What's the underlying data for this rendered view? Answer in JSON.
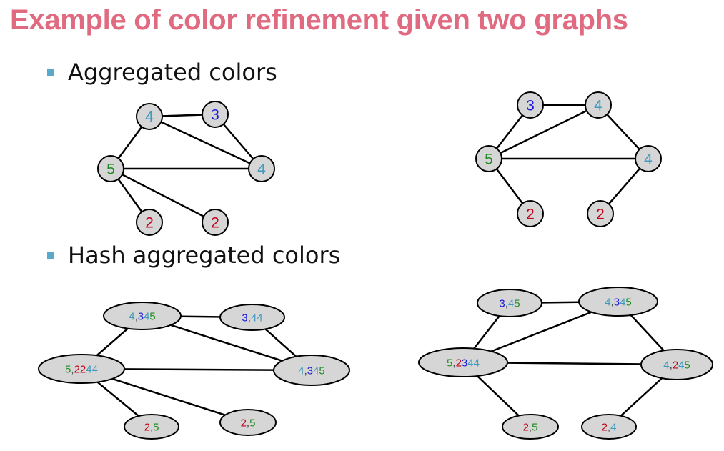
{
  "title": "Example of color refinement given two graphs",
  "bullets": [
    "Aggregated colors",
    "Hash aggregated colors"
  ],
  "colors": {
    "2": "#c0001a",
    "3": "#1a1adb",
    "4": "#3f9bbd",
    "5": "#1f8a1f",
    "comma": "#444444"
  },
  "graphs": [
    {
      "id": "aggregated-left",
      "nodes": [
        {
          "id": "a",
          "label": [
            {
              "t": "4",
              "c": "4"
            }
          ]
        },
        {
          "id": "b",
          "label": [
            {
              "t": "3",
              "c": "3"
            }
          ]
        },
        {
          "id": "c",
          "label": [
            {
              "t": "5",
              "c": "5"
            }
          ]
        },
        {
          "id": "d",
          "label": [
            {
              "t": "4",
              "c": "4"
            }
          ]
        },
        {
          "id": "e",
          "label": [
            {
              "t": "2",
              "c": "2"
            }
          ]
        },
        {
          "id": "f",
          "label": [
            {
              "t": "2",
              "c": "2"
            }
          ]
        }
      ],
      "edges": [
        [
          "a",
          "b"
        ],
        [
          "a",
          "c"
        ],
        [
          "a",
          "d"
        ],
        [
          "b",
          "d"
        ],
        [
          "c",
          "d"
        ],
        [
          "c",
          "e"
        ],
        [
          "c",
          "f"
        ]
      ]
    },
    {
      "id": "aggregated-right",
      "nodes": [
        {
          "id": "a",
          "label": [
            {
              "t": "3",
              "c": "3"
            }
          ]
        },
        {
          "id": "b",
          "label": [
            {
              "t": "4",
              "c": "4"
            }
          ]
        },
        {
          "id": "c",
          "label": [
            {
              "t": "5",
              "c": "5"
            }
          ]
        },
        {
          "id": "d",
          "label": [
            {
              "t": "4",
              "c": "4"
            }
          ]
        },
        {
          "id": "e",
          "label": [
            {
              "t": "2",
              "c": "2"
            }
          ]
        },
        {
          "id": "f",
          "label": [
            {
              "t": "2",
              "c": "2"
            }
          ]
        }
      ],
      "edges": [
        [
          "a",
          "b"
        ],
        [
          "a",
          "c"
        ],
        [
          "b",
          "c"
        ],
        [
          "b",
          "d"
        ],
        [
          "c",
          "d"
        ],
        [
          "c",
          "e"
        ],
        [
          "d",
          "f"
        ]
      ]
    },
    {
      "id": "hashed-left",
      "nodes": [
        {
          "id": "a",
          "label": [
            {
              "t": "4",
              "c": "4"
            },
            {
              "t": ",",
              "c": "comma"
            },
            {
              "t": "3",
              "c": "3"
            },
            {
              "t": "4",
              "c": "4"
            },
            {
              "t": "5",
              "c": "5"
            }
          ]
        },
        {
          "id": "b",
          "label": [
            {
              "t": "3",
              "c": "3"
            },
            {
              "t": ",",
              "c": "comma"
            },
            {
              "t": "4",
              "c": "4"
            },
            {
              "t": "4",
              "c": "4"
            }
          ]
        },
        {
          "id": "c",
          "label": [
            {
              "t": "5",
              "c": "5"
            },
            {
              "t": ",",
              "c": "comma"
            },
            {
              "t": "2",
              "c": "2"
            },
            {
              "t": "2",
              "c": "2"
            },
            {
              "t": "4",
              "c": "4"
            },
            {
              "t": "4",
              "c": "4"
            }
          ]
        },
        {
          "id": "d",
          "label": [
            {
              "t": "4",
              "c": "4"
            },
            {
              "t": ",",
              "c": "comma"
            },
            {
              "t": "3",
              "c": "3"
            },
            {
              "t": "4",
              "c": "4"
            },
            {
              "t": "5",
              "c": "5"
            }
          ]
        },
        {
          "id": "e",
          "label": [
            {
              "t": "2",
              "c": "2"
            },
            {
              "t": ",",
              "c": "comma"
            },
            {
              "t": "5",
              "c": "5"
            }
          ]
        },
        {
          "id": "f",
          "label": [
            {
              "t": "2",
              "c": "2"
            },
            {
              "t": ",",
              "c": "comma"
            },
            {
              "t": "5",
              "c": "5"
            }
          ]
        }
      ],
      "edges": [
        [
          "a",
          "b"
        ],
        [
          "a",
          "c"
        ],
        [
          "a",
          "d"
        ],
        [
          "b",
          "d"
        ],
        [
          "c",
          "d"
        ],
        [
          "c",
          "e"
        ],
        [
          "c",
          "f"
        ]
      ]
    },
    {
      "id": "hashed-right",
      "nodes": [
        {
          "id": "a",
          "label": [
            {
              "t": "3",
              "c": "3"
            },
            {
              "t": ",",
              "c": "comma"
            },
            {
              "t": "4",
              "c": "4"
            },
            {
              "t": "5",
              "c": "5"
            }
          ]
        },
        {
          "id": "b",
          "label": [
            {
              "t": "4",
              "c": "4"
            },
            {
              "t": ",",
              "c": "comma"
            },
            {
              "t": "3",
              "c": "3"
            },
            {
              "t": "4",
              "c": "4"
            },
            {
              "t": "5",
              "c": "5"
            }
          ]
        },
        {
          "id": "c",
          "label": [
            {
              "t": "5",
              "c": "5"
            },
            {
              "t": ",",
              "c": "comma"
            },
            {
              "t": "2",
              "c": "2"
            },
            {
              "t": "3",
              "c": "3"
            },
            {
              "t": "4",
              "c": "4"
            },
            {
              "t": "4",
              "c": "4"
            }
          ]
        },
        {
          "id": "d",
          "label": [
            {
              "t": "4",
              "c": "4"
            },
            {
              "t": ",",
              "c": "comma"
            },
            {
              "t": "2",
              "c": "2"
            },
            {
              "t": "4",
              "c": "4"
            },
            {
              "t": "5",
              "c": "5"
            }
          ]
        },
        {
          "id": "e",
          "label": [
            {
              "t": "2",
              "c": "2"
            },
            {
              "t": ",",
              "c": "comma"
            },
            {
              "t": "5",
              "c": "5"
            }
          ]
        },
        {
          "id": "f",
          "label": [
            {
              "t": "2",
              "c": "2"
            },
            {
              "t": ",",
              "c": "comma"
            },
            {
              "t": "4",
              "c": "4"
            }
          ]
        }
      ],
      "edges": [
        [
          "a",
          "b"
        ],
        [
          "a",
          "c"
        ],
        [
          "b",
          "c"
        ],
        [
          "b",
          "d"
        ],
        [
          "c",
          "d"
        ],
        [
          "c",
          "e"
        ],
        [
          "d",
          "f"
        ]
      ]
    }
  ]
}
